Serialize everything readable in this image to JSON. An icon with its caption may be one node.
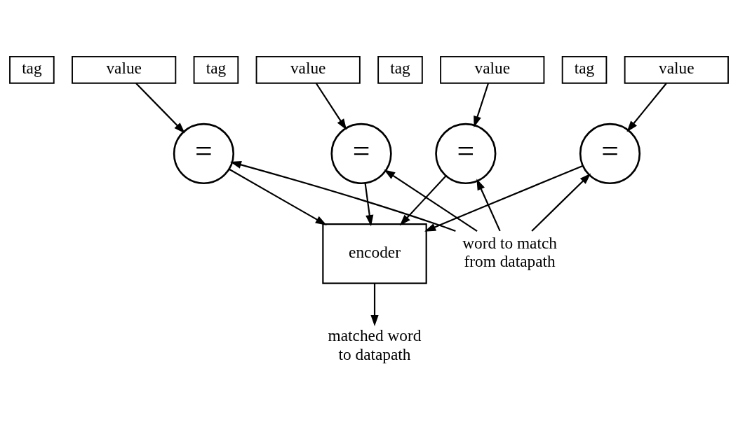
{
  "diagram": {
    "nodes": [
      {
        "text": [
          "tag"
        ]
      },
      {
        "text": [
          "value"
        ]
      },
      {
        "text": [
          "tag"
        ]
      },
      {
        "text": [
          "value"
        ]
      },
      {
        "text": [
          "tag"
        ]
      },
      {
        "text": [
          "value"
        ]
      },
      {
        "text": [
          "tag"
        ]
      },
      {
        "text": [
          "value"
        ]
      },
      {
        "text": [
          "="
        ]
      },
      {
        "text": [
          "="
        ]
      },
      {
        "text": [
          "="
        ]
      },
      {
        "text": [
          "="
        ]
      },
      {
        "text": [
          "encoder"
        ]
      },
      {
        "text": [
          "word to match from datapath"
        ]
      },
      {
        "text": [
          "matched word to datapath"
        ]
      }
    ],
    "edges": [
      {
        "from": 1,
        "to": 8,
        "arrow": "to"
      },
      {
        "from": 3,
        "to": 9,
        "arrow": "to"
      },
      {
        "from": 5,
        "to": 10,
        "arrow": "to"
      },
      {
        "from": 7,
        "to": 11,
        "arrow": "to"
      },
      {
        "from": 13,
        "to": 8,
        "arrow": "to"
      },
      {
        "from": 13,
        "to": 9,
        "arrow": "to"
      },
      {
        "from": 13,
        "to": 10,
        "arrow": "to"
      },
      {
        "from": 13,
        "to": 11,
        "arrow": "to"
      },
      {
        "from": 8,
        "to": 12,
        "arrow": "to"
      },
      {
        "from": 9,
        "to": 12,
        "arrow": "to"
      },
      {
        "from": 10,
        "to": 12,
        "arrow": "to"
      },
      {
        "from": 11,
        "to": 12,
        "arrow": "to"
      },
      {
        "from": 12,
        "to": 14,
        "arrow": "to"
      }
    ]
  }
}
